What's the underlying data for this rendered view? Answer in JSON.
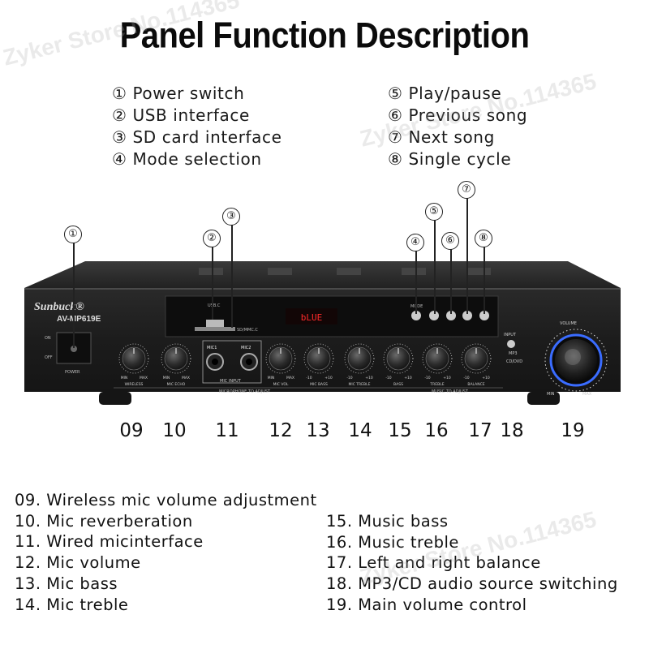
{
  "title": "Panel Function Description",
  "top_list_left": [
    "① Power switch",
    "② USB interface",
    "③ SD card interface",
    "④ Mode selection"
  ],
  "top_list_right": [
    "⑤ Play/pause",
    "⑥ Previous song",
    "⑦ Next song",
    "⑧ Single cycle"
  ],
  "callouts": [
    "①",
    "②",
    "③",
    "④",
    "⑤",
    "⑥",
    "⑦",
    "⑧"
  ],
  "knob_numbers": [
    "09",
    "10",
    "11",
    "12",
    "13",
    "14",
    "15",
    "16",
    "17",
    "18",
    "19"
  ],
  "bottom_list_left": [
    "09. Wireless mic volume adjustment",
    "10. Mic reverberation",
    "11. Wired micinterface",
    "12. Mic volume",
    "13. Mic bass",
    "14. Mic treble"
  ],
  "bottom_list_right": [
    "15. Music bass",
    "16. Music treble",
    "17. Left and right balance",
    "18. MP3/CD audio source switching",
    "19. Main volume control"
  ],
  "panel": {
    "brand": "Sunbuck®",
    "model": "AV-MP619E",
    "on": "ON",
    "off": "OFF",
    "power": "POWER",
    "display": "bLUE",
    "usb": "USB.C",
    "sd": "SD/MMC.C",
    "mode": "MODE",
    "mic1": "MIC1",
    "mic2": "MIC2",
    "mic_input": "MIC INPUT",
    "mic_section": "MICROPHONE TO ADJUST",
    "music_section": "MUSIC TO ADJUST",
    "wireless": "WIRELESS",
    "mic_echo": "MIC ECHO",
    "mic_vol": "MIC VOL",
    "mic_bass": "MIC BASS",
    "mic_treble": "MIC TREBLE",
    "bass": "BASS",
    "treble": "TREBLE",
    "balance": "BALANCE",
    "input": "INPUT",
    "mp3": "MP3",
    "cd_dvd": "CD/DVD",
    "volume": "VOLUME",
    "min": "MIN",
    "max": "MAX",
    "minus10": "-10",
    "plus10": "+10"
  },
  "watermark": "Zyker Store No.114365",
  "colors": {
    "chassis": "#1b1b1b",
    "display": "#ff2a2a",
    "volume_ring": "#3a6cff"
  }
}
